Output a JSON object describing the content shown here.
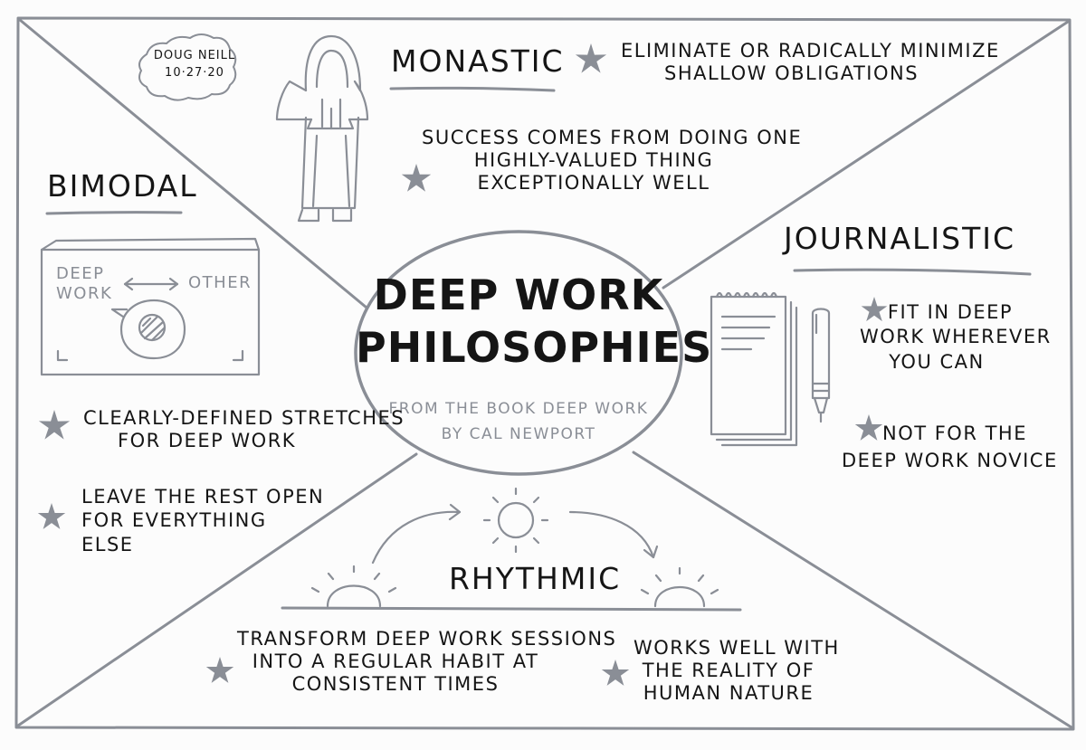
{
  "author": {
    "name": "Doug Neill",
    "date": "10·27·20"
  },
  "center": {
    "title_line1": "Deep Work",
    "title_line2": "Philosophies",
    "source_line1": "From the book Deep Work",
    "source_line2": "by Cal Newport"
  },
  "monastic": {
    "heading": "Monastic",
    "points": [
      {
        "line1": "Eliminate or radically minimize",
        "line2": "shallow obligations"
      },
      {
        "line1": "Success comes from doing one",
        "line2": "highly-valued thing",
        "line3": "exceptionally well"
      }
    ]
  },
  "bimodal": {
    "heading": "Bimodal",
    "diagram": {
      "left_line1": "Deep",
      "left_line2": "Work",
      "right": "Other"
    },
    "points": [
      {
        "line1": "Clearly-defined stretches",
        "line2": "for deep work"
      },
      {
        "line1": "Leave the rest open",
        "line2": "for everything",
        "line3": "else"
      }
    ]
  },
  "journalistic": {
    "heading": "Journalistic",
    "points": [
      {
        "line1": "Fit in deep",
        "line2": "work wherever",
        "line3": "you can"
      },
      {
        "line1": "Not for the",
        "line2": "deep work novice"
      }
    ]
  },
  "rhythmic": {
    "heading": "Rhythmic",
    "points": [
      {
        "line1": "Transform deep work sessions",
        "line2": "into a regular habit at",
        "line3": "consistent times"
      },
      {
        "line1": "Works well with",
        "line2": "the reality of",
        "line3": "human nature"
      }
    ]
  },
  "colors": {
    "ink": "#151515",
    "grey": "#8a8e96",
    "star": "#8a8e96"
  }
}
